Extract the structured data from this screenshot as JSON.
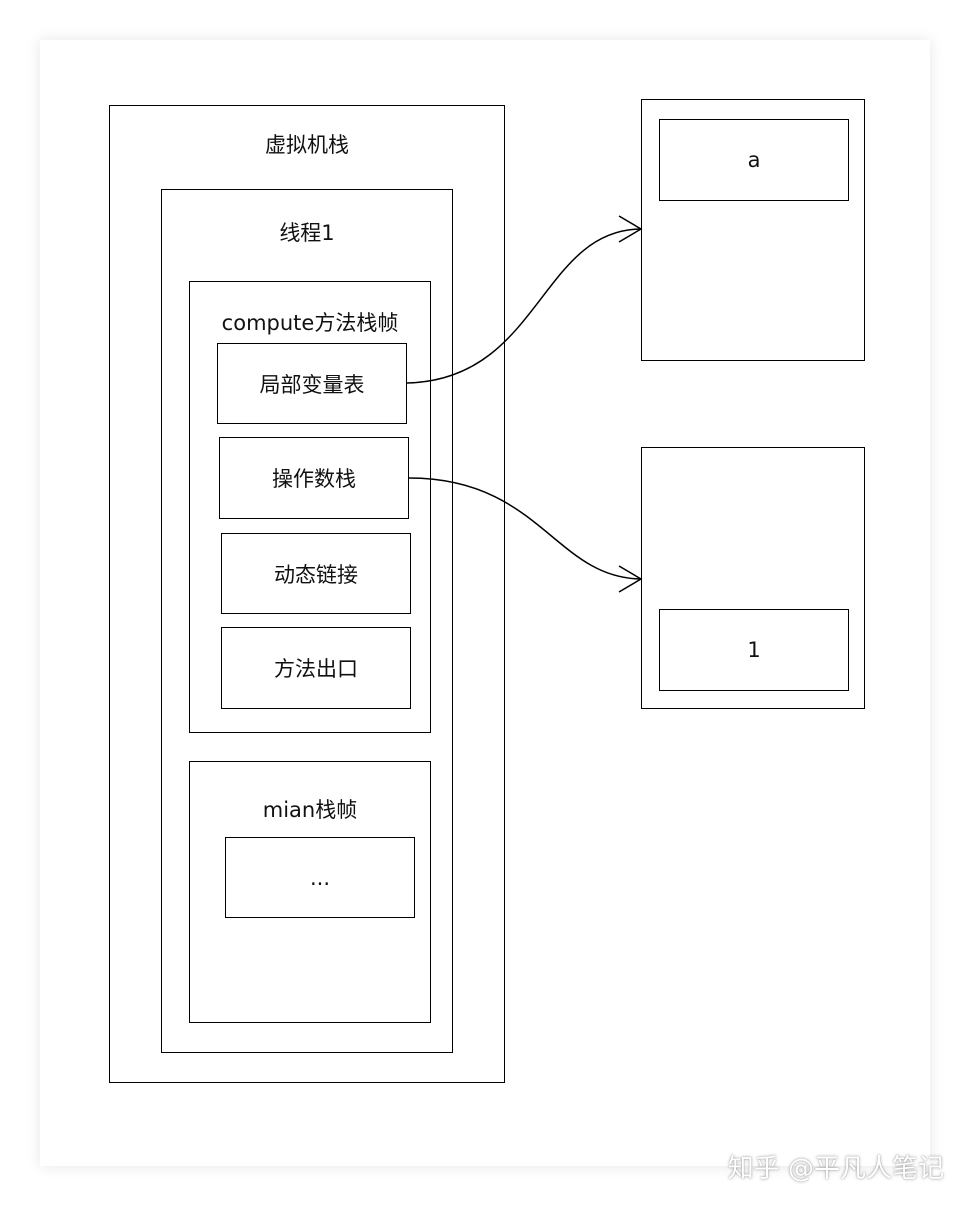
{
  "jvm_stack": {
    "title": "虚拟机栈",
    "thread": {
      "title": "线程1",
      "compute_frame": {
        "title": "compute方法栈帧",
        "items": [
          "局部变量表",
          "操作数栈",
          "动态链接",
          "方法出口"
        ]
      },
      "main_frame": {
        "title": "mian栈帧",
        "item": "..."
      }
    }
  },
  "heap_objects": [
    {
      "field": "a"
    },
    {
      "field": "1"
    }
  ],
  "watermark": "知乎 @平凡人笔记"
}
